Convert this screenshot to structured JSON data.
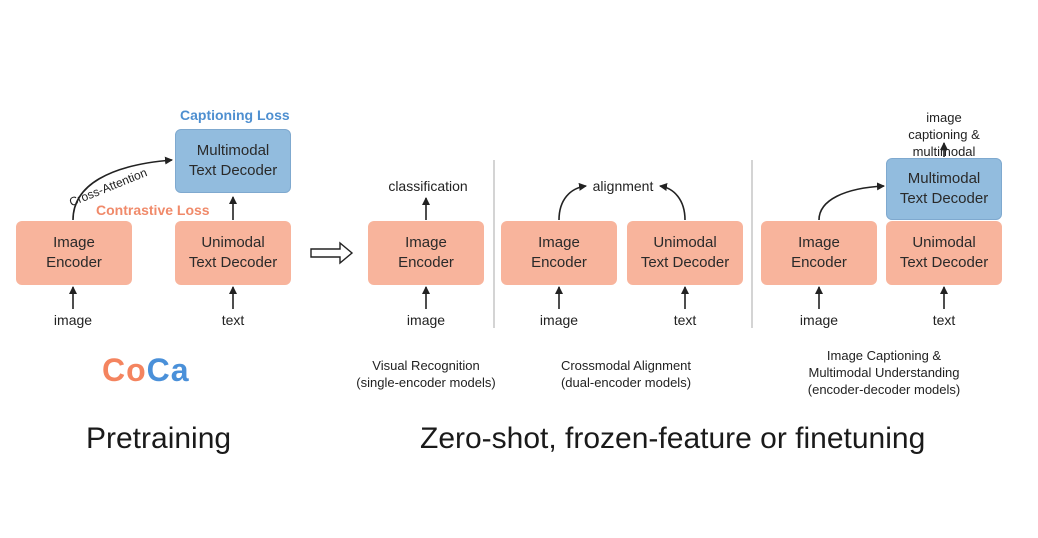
{
  "pretraining": {
    "captioning_loss": "Captioning Loss",
    "contrastive_loss": "Contrastive Loss",
    "cross_attention": "Cross-Attention",
    "multimodal_decoder": "Multimodal\nText Decoder",
    "image_encoder": "Image\nEncoder",
    "unimodal_decoder": "Unimodal\nText Decoder",
    "image_input": "image",
    "text_input": "text",
    "title": "Pretraining"
  },
  "logo": {
    "part1": "Co",
    "part2": "Ca",
    "color1": "#f4845f",
    "color2": "#4a90d9"
  },
  "downstream": {
    "title": "Zero-shot, frozen-feature or finetuning",
    "visual_recognition": {
      "output": "classification",
      "image_encoder": "Image\nEncoder",
      "input": "image",
      "caption": "Visual Recognition\n(single-encoder models)"
    },
    "crossmodal_alignment": {
      "output": "alignment",
      "image_encoder": "Image\nEncoder",
      "unimodal_decoder": "Unimodal\nText Decoder",
      "image_input": "image",
      "text_input": "text",
      "caption": "Crossmodal Alignment\n(dual-encoder models)"
    },
    "captioning": {
      "output": "image captioning &\nmultimodal representation",
      "multimodal_decoder": "Multimodal\nText Decoder",
      "image_encoder": "Image\nEncoder",
      "unimodal_decoder": "Unimodal\nText Decoder",
      "image_input": "image",
      "text_input": "text",
      "caption": "Image Captioning &\nMultimodal Understanding\n(encoder-decoder models)"
    }
  },
  "colors": {
    "orange_box": "#f8b49c",
    "blue_box": "#92bcde",
    "loss_blue": "#4e8fd0",
    "loss_orange": "#f08a6a"
  }
}
